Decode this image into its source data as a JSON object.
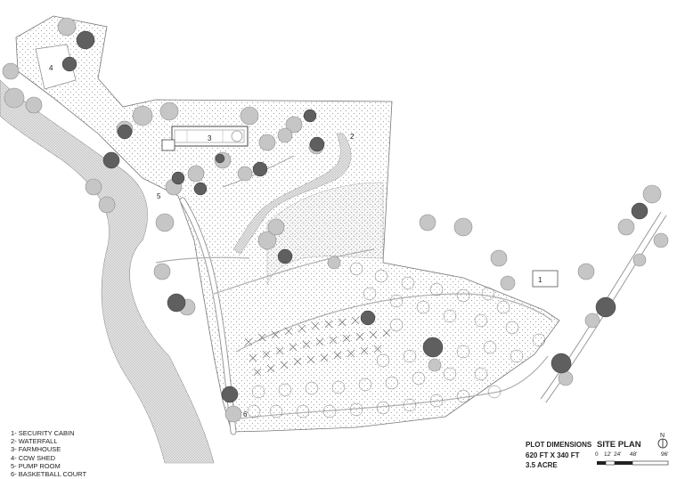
{
  "plan_labels": {
    "security_cabin": "1",
    "waterfall": "2",
    "farmhouse": "3",
    "cow_shed": "4",
    "pump_room": "5",
    "basketball_court": "6"
  },
  "legend": [
    "1- SECURITY CABIN",
    "2- WATERFALL",
    "3- FARMHOUSE",
    "4- COW SHED",
    "5- PUMP ROOM",
    "6- BASKETBALL COURT"
  ],
  "dimensions": {
    "title": "PLOT DIMENSIONS",
    "size": "620 FT X 340 FT",
    "area": "3.5 ACRE"
  },
  "title": "SITE PLAN",
  "north": "N",
  "scale": {
    "ticks": [
      "0",
      "12'",
      "24'",
      "48'",
      "96'"
    ]
  }
}
